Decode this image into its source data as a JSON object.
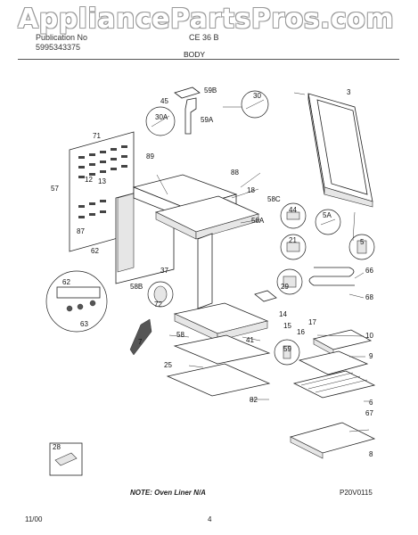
{
  "watermark": "AppliancePartsPros.com",
  "header": {
    "publication_label": "Publication No",
    "publication_no": "5995343375",
    "model": "CE 36 B",
    "section": "BODY"
  },
  "diagram": {
    "callouts": {
      "c3": "3",
      "c5": "5",
      "c5a": "5A",
      "c7": "7",
      "c8": "8",
      "c9": "9",
      "c10": "10",
      "c12": "12",
      "c13": "13",
      "c14": "14",
      "c15": "15",
      "c16": "16",
      "c17": "17",
      "c18": "18",
      "c21": "21",
      "c25": "25",
      "c28": "28",
      "c29": "29",
      "c30": "30",
      "c30a": "30A",
      "c37": "37",
      "c41": "41",
      "c44": "44",
      "c45": "45",
      "c57": "57",
      "c58": "58",
      "c58a": "58A",
      "c58b": "58B",
      "c58c": "58C",
      "c59": "59",
      "c59a": "59A",
      "c59b": "59B",
      "c62": "62",
      "c62b": "62",
      "c63": "63",
      "c66": "66",
      "c67": "67",
      "c68": "68",
      "c71": "71",
      "c72": "72",
      "c82": "82",
      "c87": "87",
      "c88": "88",
      "c89": "89",
      "c6": "6"
    }
  },
  "footer": {
    "note": "NOTE: Oven Liner N/A",
    "figure_code": "P20V0115",
    "date": "11/00",
    "page": "4"
  }
}
